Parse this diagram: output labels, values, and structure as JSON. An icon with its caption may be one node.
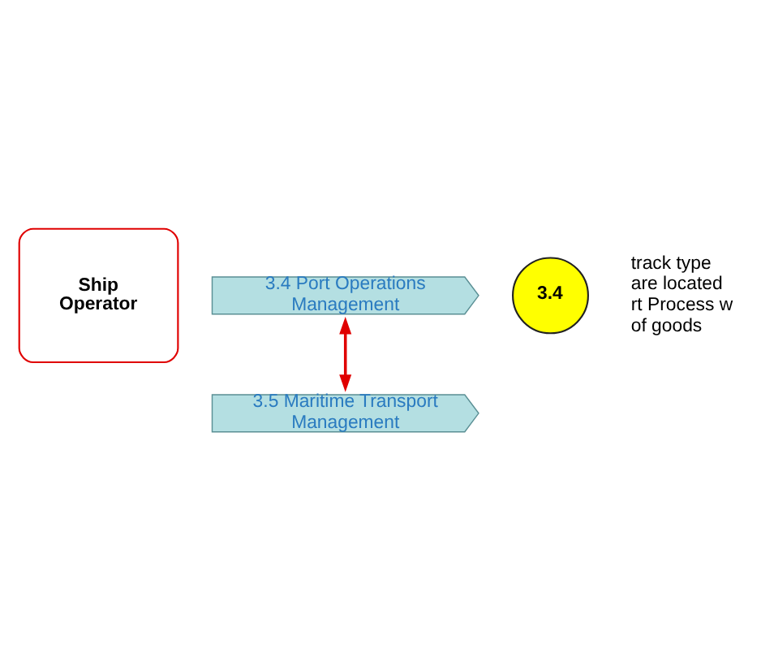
{
  "diagram": {
    "nodes": [
      {
        "text": [
          "Ship Operator"
        ]
      },
      {
        "text": [
          "3.4 Port Operations Management"
        ]
      },
      {
        "text": [
          "3.4"
        ]
      },
      {
        "text": [
          "3.5 Maritime Transport Management"
        ]
      }
    ],
    "edges": [
      {
        "from": 1,
        "to": 3,
        "arrow": "both",
        "color": "#e00000"
      }
    ],
    "labels": [
      "track type are located rt Process w of goods"
    ]
  }
}
